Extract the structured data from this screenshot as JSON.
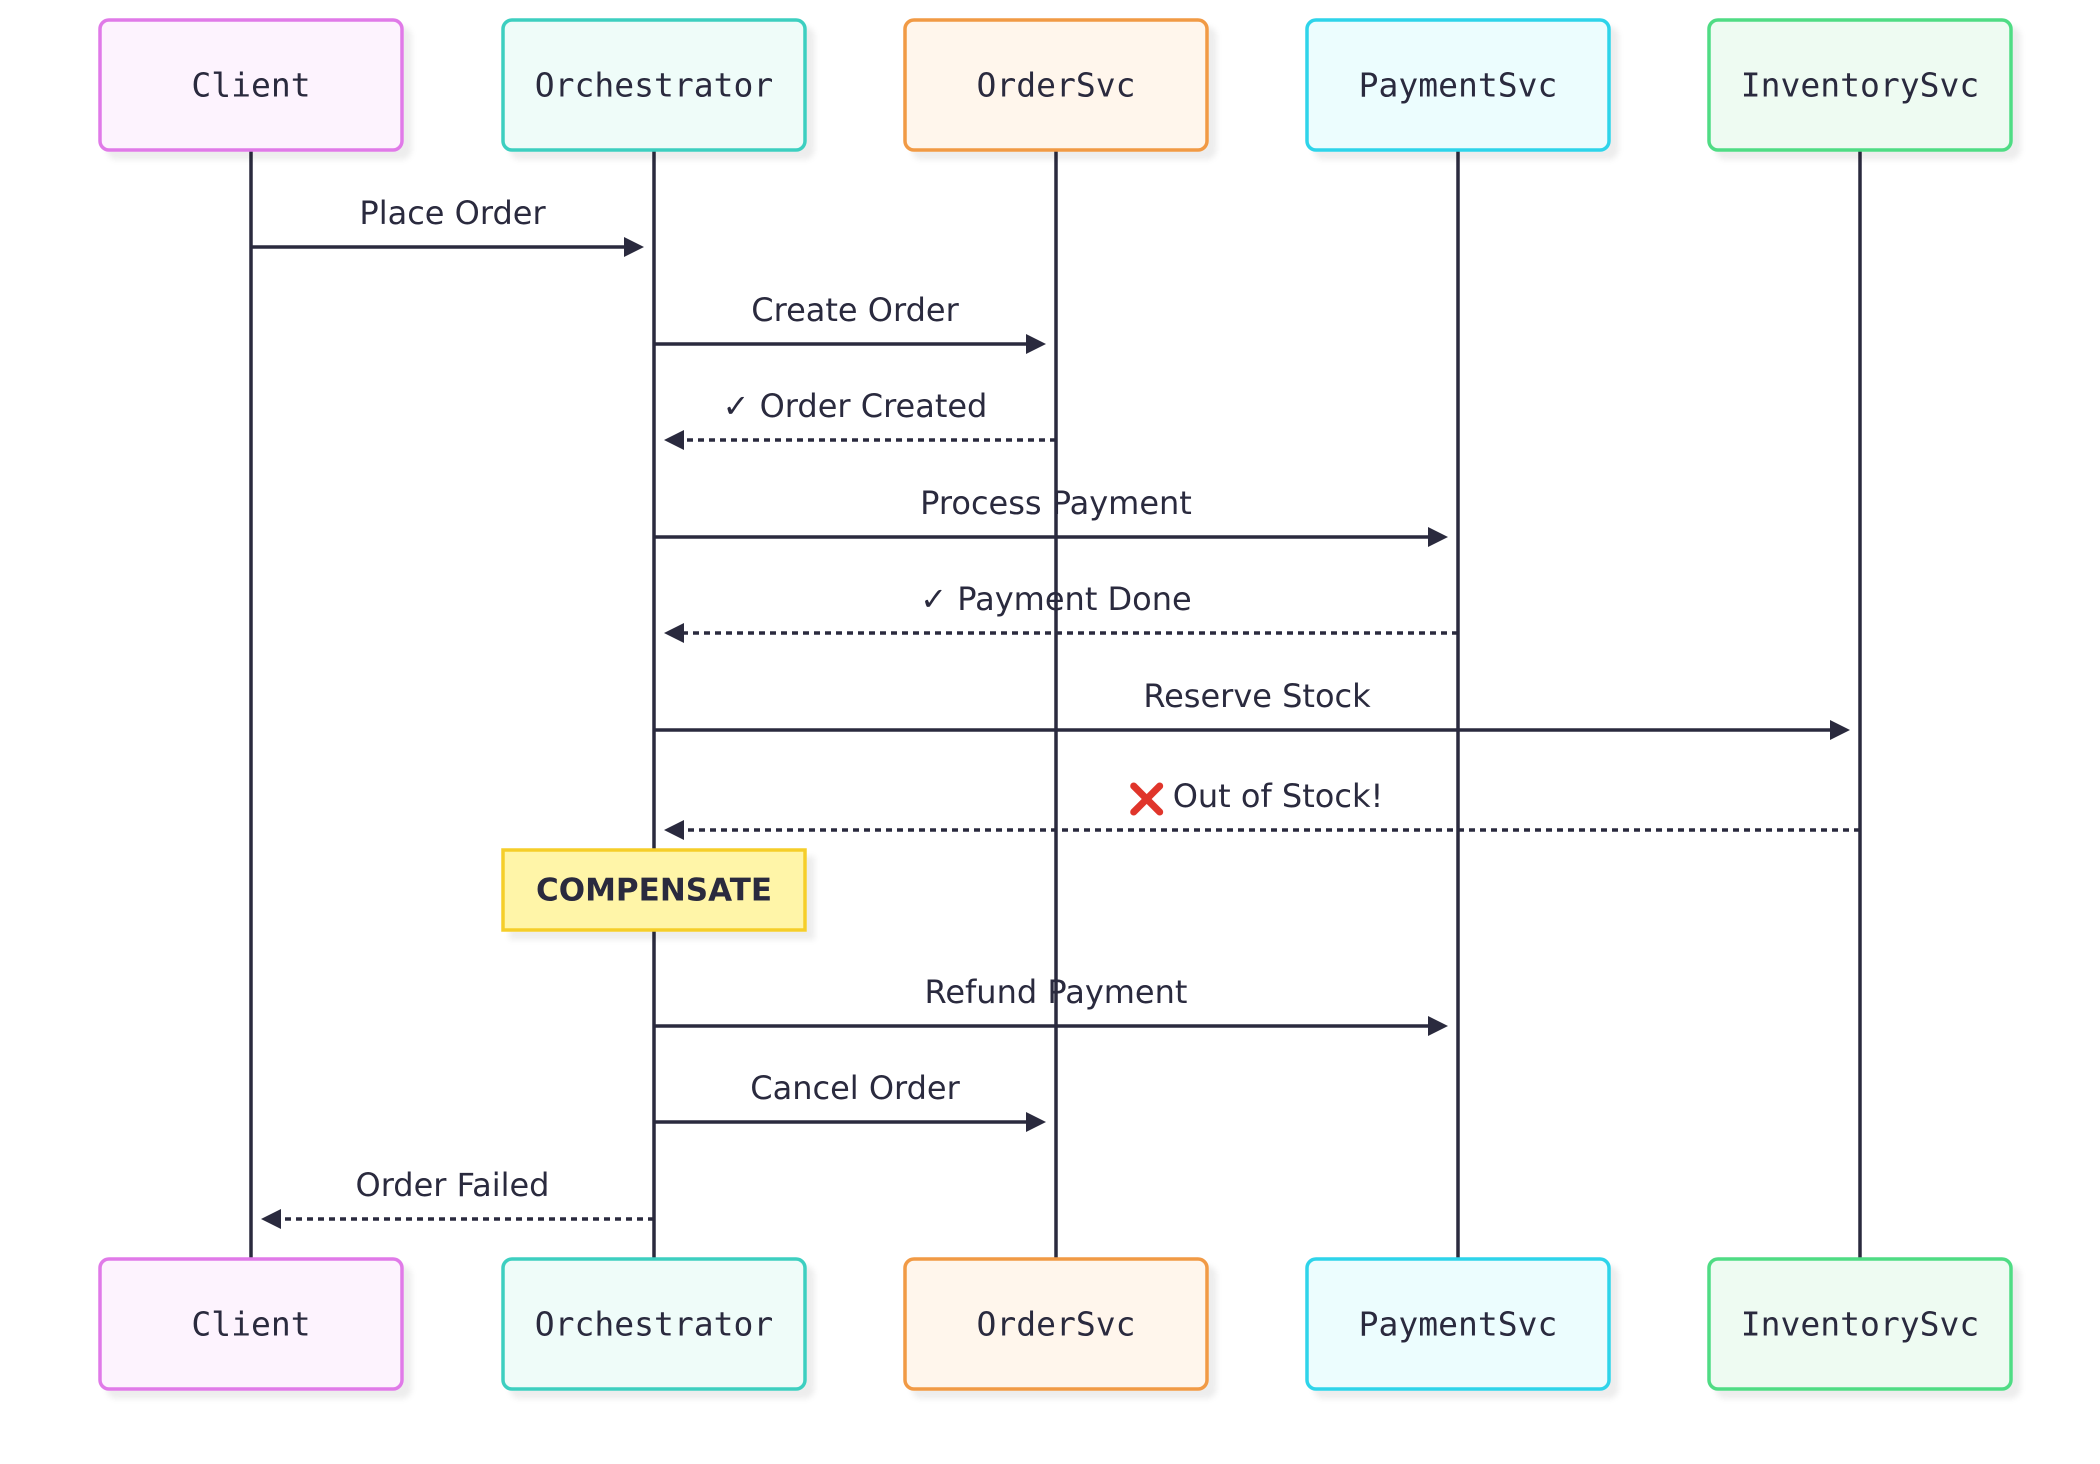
{
  "actors": [
    {
      "id": "client",
      "label": "Client",
      "stroke": "#e07ae8",
      "fill": "#fdf3fe"
    },
    {
      "id": "orchestrator",
      "label": "Orchestrator",
      "stroke": "#3ecfc0",
      "fill": "#effcf9"
    },
    {
      "id": "ordersvc",
      "label": "OrderSvc",
      "stroke": "#f19a44",
      "fill": "#fff6ec"
    },
    {
      "id": "paymentsvc",
      "label": "PaymentSvc",
      "stroke": "#2fd4ea",
      "fill": "#ecfdfe"
    },
    {
      "id": "inventorysvc",
      "label": "InventorySvc",
      "stroke": "#4fdc84",
      "fill": "#eefbf2"
    }
  ],
  "messages": [
    {
      "from": 0,
      "to": 1,
      "label": "Place Order",
      "dashed": false
    },
    {
      "from": 1,
      "to": 2,
      "label": "Create Order",
      "dashed": false
    },
    {
      "from": 2,
      "to": 1,
      "label": "✓ Order Created",
      "dashed": true
    },
    {
      "from": 1,
      "to": 3,
      "label": "Process Payment",
      "dashed": false
    },
    {
      "from": 3,
      "to": 1,
      "label": "✓ Payment Done",
      "dashed": true
    },
    {
      "from": 1,
      "to": 4,
      "label": "Reserve Stock",
      "dashed": false
    },
    {
      "from": 4,
      "to": 1,
      "label": "Out of Stock!",
      "dashed": true,
      "icon": "cross-mark-icon",
      "icon_color": "#e0352b"
    },
    {
      "note": true,
      "over": 1,
      "label": "COMPENSATE",
      "stroke": "#f5ce2a",
      "fill": "#fff5a8"
    },
    {
      "from": 1,
      "to": 3,
      "label": "Refund Payment",
      "dashed": false
    },
    {
      "from": 1,
      "to": 2,
      "label": "Cancel Order",
      "dashed": false
    },
    {
      "from": 1,
      "to": 0,
      "label": "Order Failed",
      "dashed": true
    }
  ],
  "colors": {
    "line": "#2a2a3e"
  }
}
